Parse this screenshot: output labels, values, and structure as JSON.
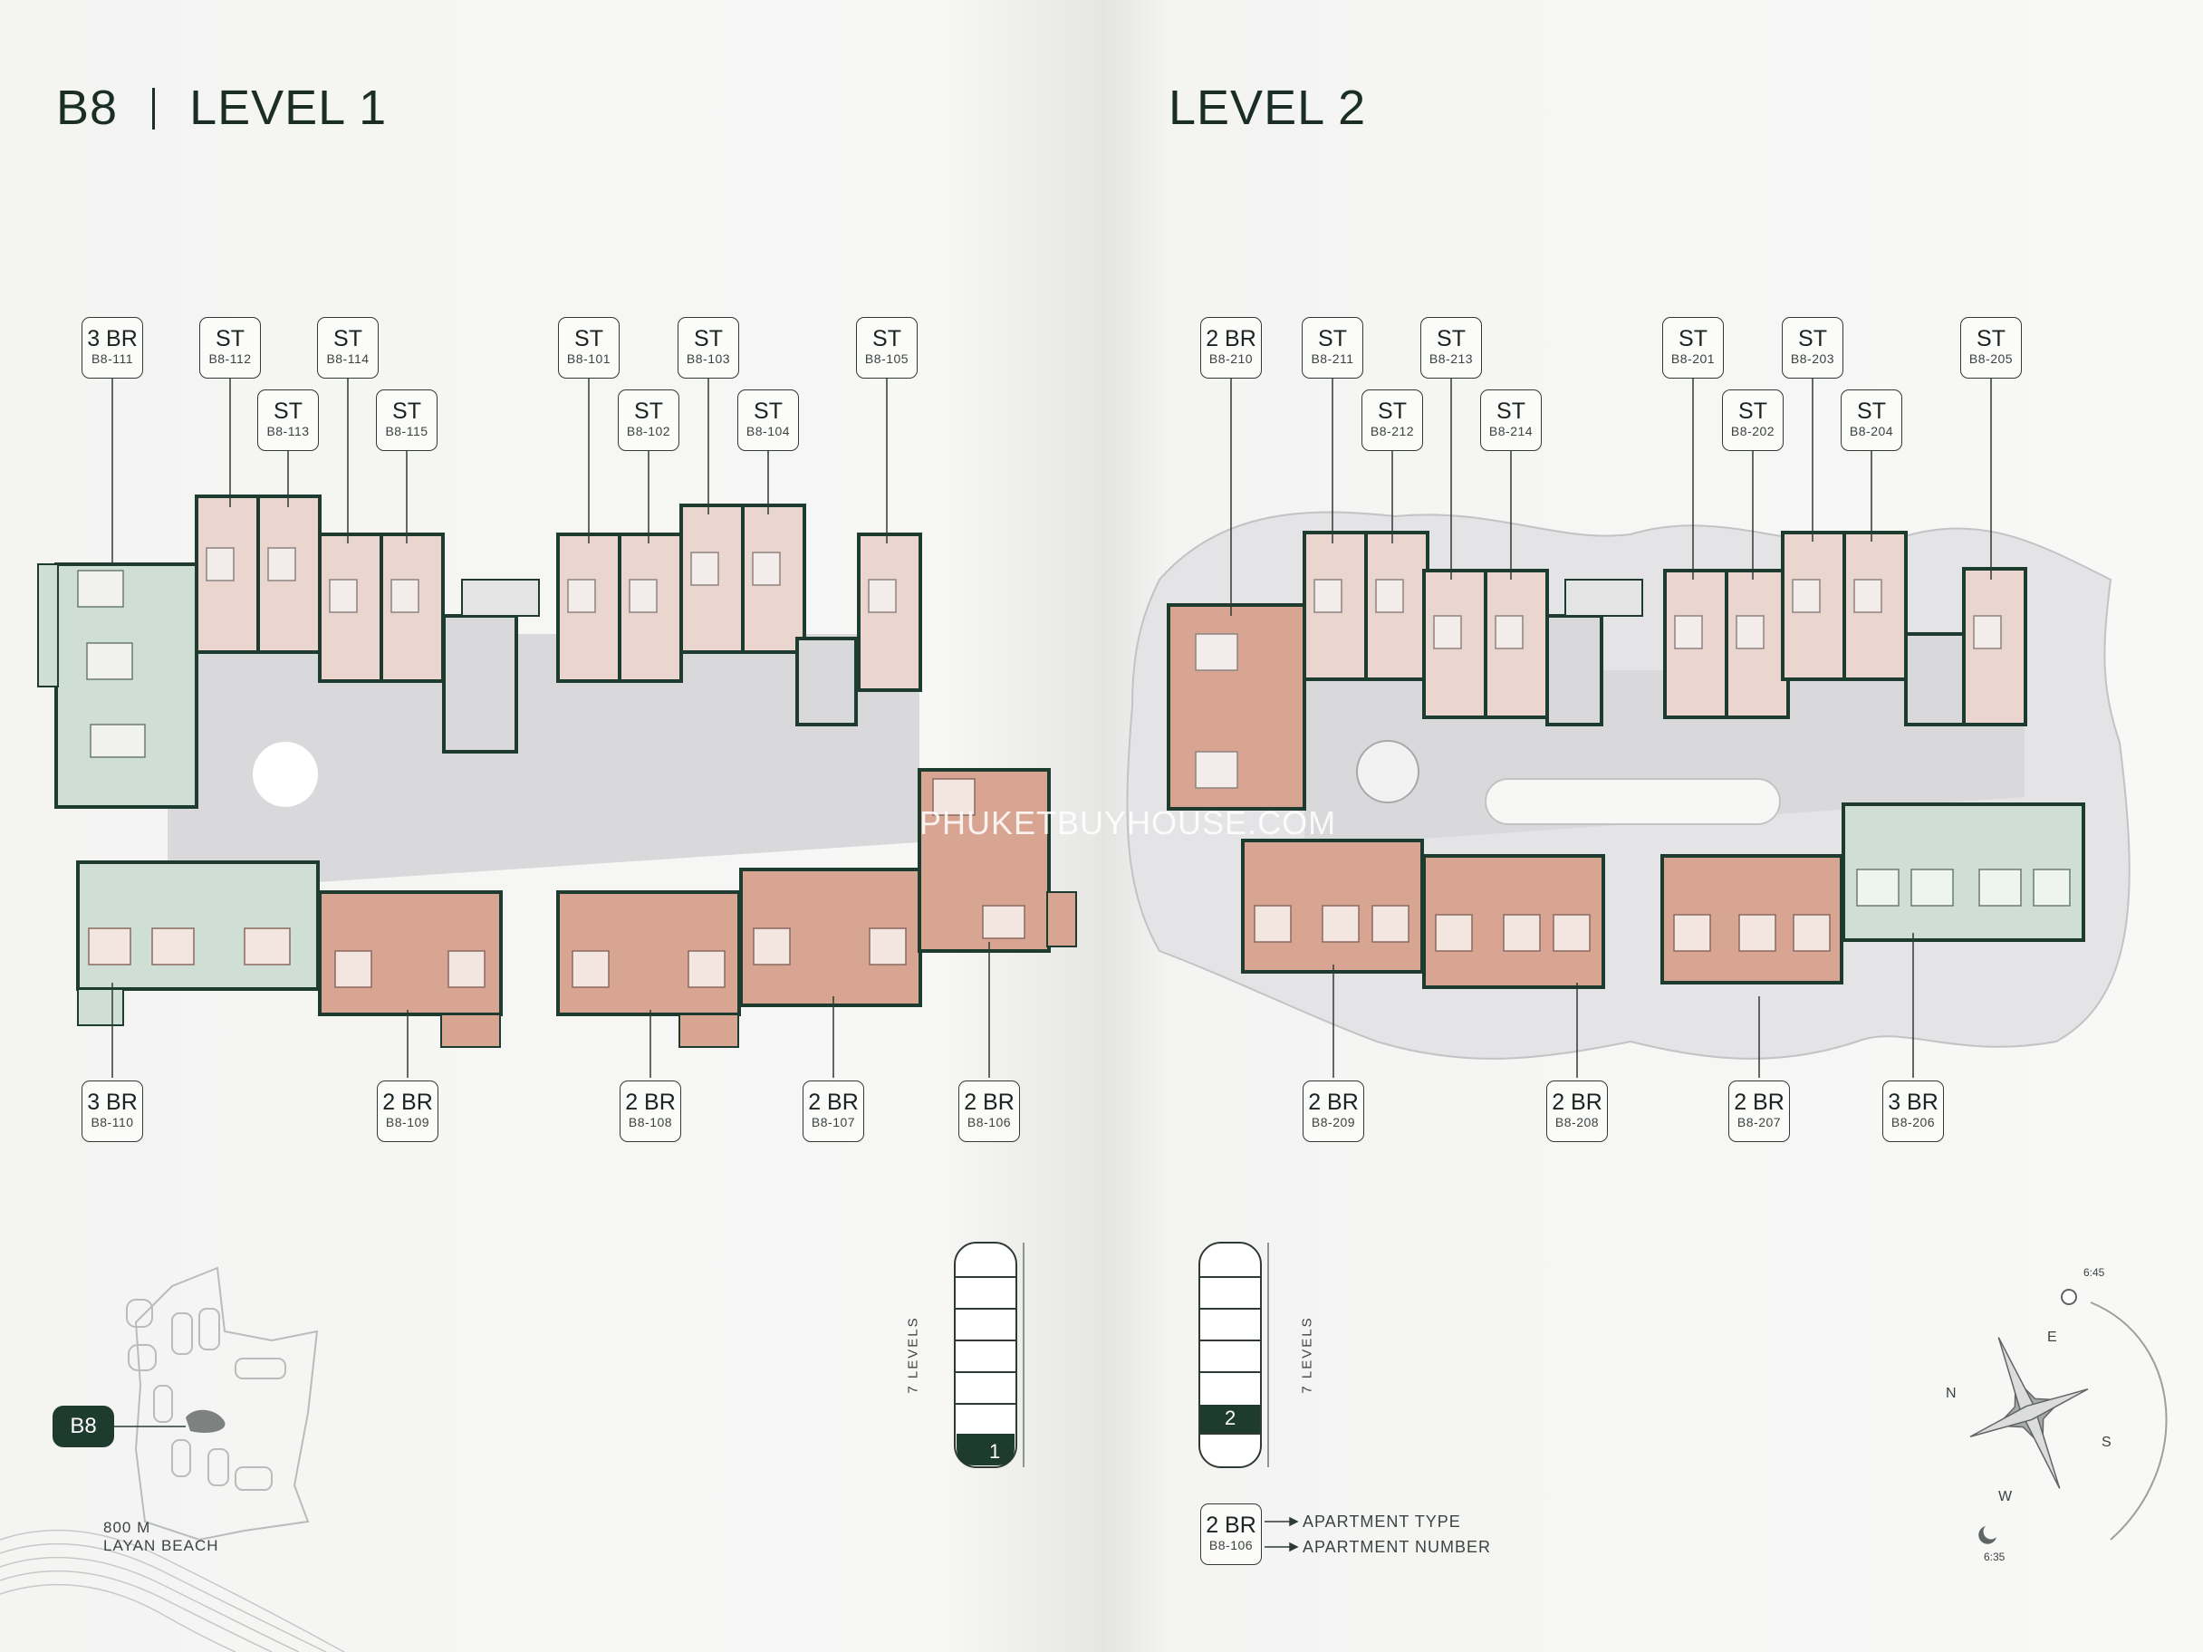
{
  "left_page": {
    "building": "B8",
    "level_title": "LEVEL 1",
    "top_units": [
      {
        "type": "3 BR",
        "number": "B8-111"
      },
      {
        "type": "ST",
        "number": "B8-112"
      },
      {
        "type": "ST",
        "number": "B8-113"
      },
      {
        "type": "ST",
        "number": "B8-114"
      },
      {
        "type": "ST",
        "number": "B8-115"
      },
      {
        "type": "ST",
        "number": "B8-101"
      },
      {
        "type": "ST",
        "number": "B8-102"
      },
      {
        "type": "ST",
        "number": "B8-103"
      },
      {
        "type": "ST",
        "number": "B8-104"
      },
      {
        "type": "ST",
        "number": "B8-105"
      }
    ],
    "bottom_units": [
      {
        "type": "3 BR",
        "number": "B8-110"
      },
      {
        "type": "2 BR",
        "number": "B8-109"
      },
      {
        "type": "2 BR",
        "number": "B8-108"
      },
      {
        "type": "2 BR",
        "number": "B8-107"
      },
      {
        "type": "2 BR",
        "number": "B8-106"
      }
    ],
    "levels_label": "7 LEVELS",
    "current_level": "1",
    "site_map_badge": "B8",
    "beach_distance": "800 M",
    "beach_name": "LAYAN BEACH"
  },
  "right_page": {
    "level_title": "LEVEL 2",
    "top_units": [
      {
        "type": "2 BR",
        "number": "B8-210"
      },
      {
        "type": "ST",
        "number": "B8-211"
      },
      {
        "type": "ST",
        "number": "B8-212"
      },
      {
        "type": "ST",
        "number": "B8-213"
      },
      {
        "type": "ST",
        "number": "B8-214"
      },
      {
        "type": "ST",
        "number": "B8-201"
      },
      {
        "type": "ST",
        "number": "B8-202"
      },
      {
        "type": "ST",
        "number": "B8-203"
      },
      {
        "type": "ST",
        "number": "B8-204"
      },
      {
        "type": "ST",
        "number": "B8-205"
      }
    ],
    "bottom_units": [
      {
        "type": "2 BR",
        "number": "B8-209"
      },
      {
        "type": "2 BR",
        "number": "B8-208"
      },
      {
        "type": "2 BR",
        "number": "B8-207"
      },
      {
        "type": "3 BR",
        "number": "B8-206"
      }
    ],
    "levels_label": "7 LEVELS",
    "current_level": "2",
    "legend": {
      "sample_type": "2 BR",
      "sample_number": "B8-106",
      "type_caption": "APARTMENT TYPE",
      "number_caption": "APARTMENT NUMBER"
    },
    "compass": {
      "north": "N",
      "east": "E",
      "south": "S",
      "west": "W",
      "sunrise_time": "6:45",
      "sunset_time": "6:35"
    }
  },
  "watermark": "PHUKETBUYHOUSE.COM",
  "colors": {
    "dark_green": "#1d3b2e",
    "corridor_gray": "#d9d8da",
    "studio_pink": "#ead5cf",
    "two_br_salmon": "#d9a593",
    "three_br_green": "#cfdfd5",
    "paper": "#f6f6f5"
  }
}
